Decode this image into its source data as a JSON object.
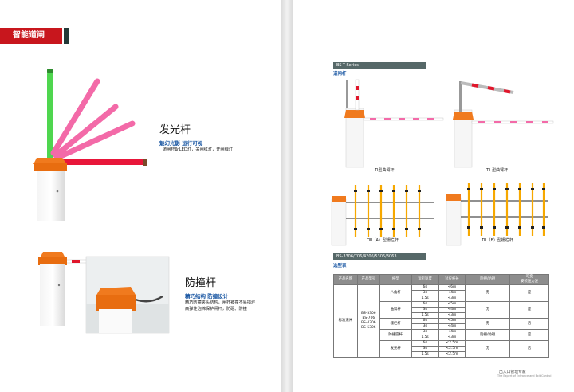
{
  "header": {
    "section_title": "智能道闸"
  },
  "feature_glow": {
    "title": "发光杆",
    "subtitle": "魅幻光影 运行可视",
    "description": "道闸杆配LED灯，关闸红灯，开闸绿灯"
  },
  "feature_anticollision": {
    "title": "防撞杆",
    "subtitle": "精巧结构 防撞设计",
    "description_lines": [
      "精巧防撞夹头结构，闸杆被撞不易损坏",
      "高弹性泡棉保护闸杆，防砸、防撞"
    ]
  },
  "series": {
    "label": "BS-T Series",
    "section": "道闸杆",
    "captions": [
      "TⅠ型曲臂杆",
      "TⅡ 型曲臂杆",
      "TⅢ（A）型栅栏杆",
      "TⅢ（B）型栅栏杆"
    ]
  },
  "spec": {
    "bar_label": "BS-3306/706/4306/5306/3063",
    "section": "选型表",
    "headers": [
      "产品名称",
      "产品型号",
      "杆型",
      "运行速度",
      "对应杆长",
      "防撞/防砸",
      "可变\n安装压力波"
    ],
    "product_name": "标准道闸",
    "models": [
      "BS-3306",
      "BS-706",
      "BS-4306",
      "BS-5306"
    ],
    "groups": [
      {
        "type": "八角杆",
        "rows": [
          [
            "6s",
            "<6m"
          ],
          [
            "3s",
            "<4m"
          ],
          [
            "1.5s",
            "<3m"
          ]
        ],
        "protection": "无",
        "pressure": "是"
      },
      {
        "type": "曲臂杆",
        "rows": [
          [
            "6s",
            "<5m"
          ],
          [
            "3s",
            "<4m"
          ],
          [
            "1.5s",
            "<3m"
          ]
        ],
        "protection": "无",
        "pressure": "是"
      },
      {
        "type": "栅栏杆",
        "rows": [
          [
            "6s",
            "<5m"
          ],
          [
            "3s",
            "<4m"
          ]
        ],
        "protection": "无",
        "pressure": "否"
      },
      {
        "type": "防撞圆杆",
        "rows": [
          [
            "3s",
            "<4m"
          ],
          [
            "1.5s",
            "<3m"
          ]
        ],
        "protection": "防撞/防砸",
        "pressure": "是"
      },
      {
        "type": "发光杆",
        "rows": [
          [
            "6s",
            "<2.5m"
          ],
          [
            "3s",
            "<2.5m"
          ],
          [
            "1.5s",
            "<2.5m"
          ]
        ],
        "protection": "无",
        "pressure": "否"
      }
    ]
  },
  "footer": {
    "title": "出入口管理专家",
    "subtitle": "The Expert of Entrance and Exit Control"
  },
  "colors": {
    "brand_red": "#c8161d",
    "cabinet_orange": "#f07a1e",
    "glow_green": "#4fd64f",
    "glow_pink": "#f36aa8",
    "glow_red": "#e8163a",
    "series_bar": "#566868",
    "link_blue": "#1a57a3"
  }
}
